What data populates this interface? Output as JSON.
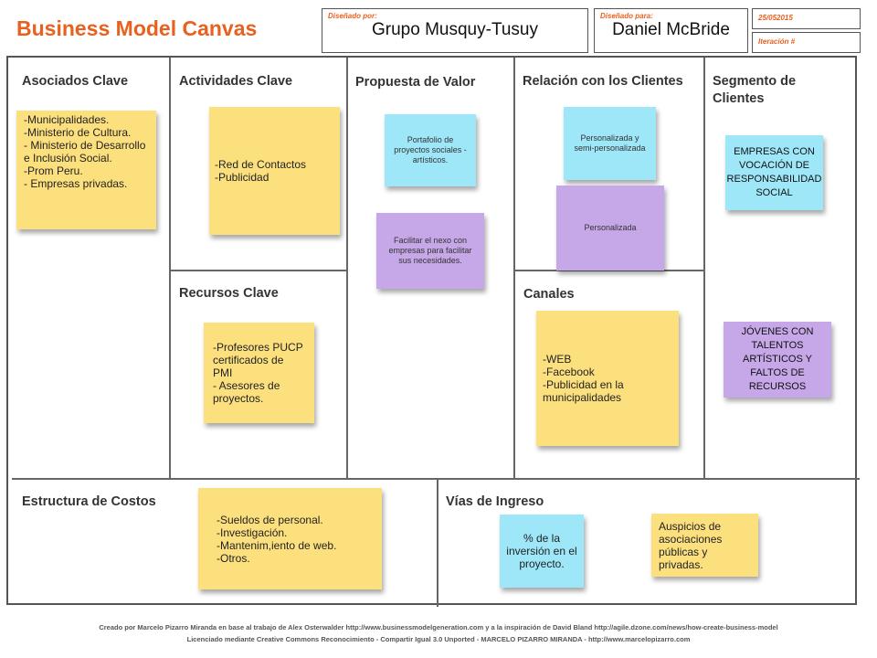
{
  "header": {
    "title": "Business Model Canvas",
    "designed_by_label": "Diseñado por:",
    "designed_by": "Grupo Musquy-Tusuy",
    "designed_for_label": "Diseñado para:",
    "designed_for": "Daniel McBride",
    "date": "25/052015",
    "iteration_label": "Iteración #"
  },
  "sections": {
    "asociados": "Asociados Clave",
    "actividades": "Actividades Clave",
    "recursos": "Recursos Clave",
    "propuesta": "Propuesta de Valor",
    "relacion": "Relación con los Clientes",
    "canales": "Canales",
    "segmento": "Segmento de\nClientes",
    "costos": "Estructura de Costos",
    "ingresos": "Vías de Ingreso"
  },
  "notes": {
    "asociados": "-Municipalidades.\n-Ministerio de Cultura.\n- Ministerio de Desarrollo e  Inclusión Social.\n-Prom Peru.\n- Empresas privadas.",
    "actividades": "-Red de Contactos\n-Publicidad",
    "recursos": "-Profesores PUCP certificados de PMI\n- Asesores de proyectos.",
    "propuesta_1": "Portafolio de proyectos sociales - artísticos.",
    "propuesta_2": "Facilitar el nexo con empresas para facilitar sus necesidades.",
    "relacion_1": "Personalizada y semi-personalizada",
    "relacion_2": "Personalizada",
    "canales": "-WEB\n-Facebook\n-Publicidad en la municipalidades",
    "segmento_1": "EMPRESAS CON VOCACIÓN DE RESPONSABILIDAD SOCIAL",
    "segmento_2": "JÓVENES CON TALENTOS ARTÍSTICOS  Y FALTOS DE RECURSOS",
    "costos": "-Sueldos de personal.\n-Investigación.\n-Mantenim,iento de web.\n-Otros.",
    "ingresos_1": "% de la inversión en el proyecto.",
    "ingresos_2": "Auspicios de asociaciones públicas y privadas."
  },
  "footer": {
    "line1": "Creado por Marcelo Pizarro Miranda en base al trabajo de Alex Osterwalder http://www.businessmodelgeneration.com y a la inspiración de David Bland http://agile.dzone.com/news/how-create-business-model",
    "line2": "Licenciado mediante Creative Commons Reconocimiento - Compartir Igual 3.0 Unported - MARCELO PIZARRO MIRANDA - http://www.marcelopizarro.com"
  },
  "colors": {
    "title_orange": "#e8611f",
    "note_yellow": "#fde07e",
    "note_cyan": "#9ee7f9",
    "note_purple": "#c6a7e8"
  }
}
